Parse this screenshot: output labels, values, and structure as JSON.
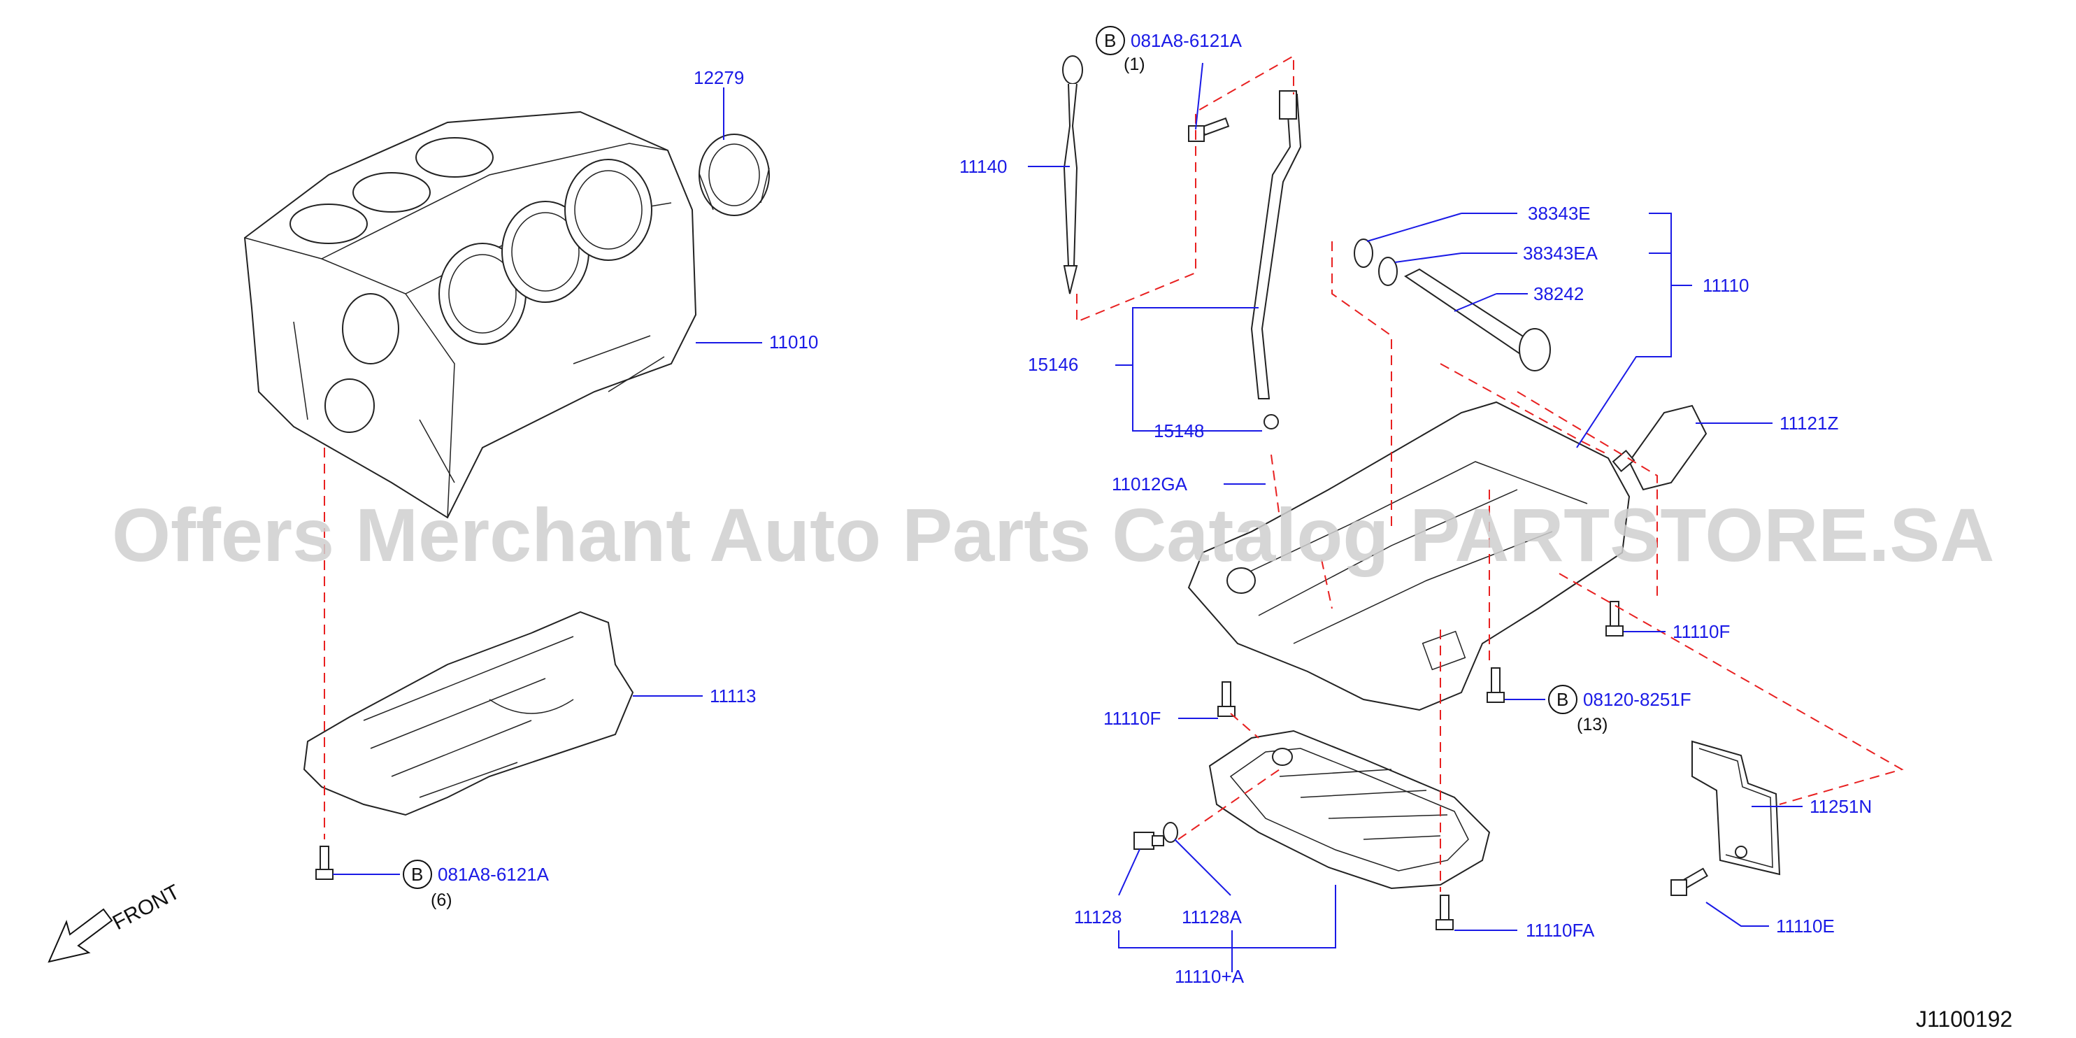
{
  "diagram": {
    "id": "J1100192",
    "watermark": "Offers Merchant Auto Parts Catalog PARTSTORE.SA",
    "front_label": "FRONT",
    "colors": {
      "label": "#1a1ae6",
      "dash": "#e82020",
      "line": "#222222"
    }
  },
  "parts": {
    "p12279": "12279",
    "p11010": "11010",
    "p11113": "11113",
    "pBolt1": "081A8-6121A",
    "pBolt1_qty": "(6)",
    "pBolt2": "081A8-6121A",
    "pBolt2_qty": "(1)",
    "p11140": "11140",
    "p15146": "15146",
    "p15148": "15148",
    "p11012GA": "11012GA",
    "p38343E": "38343E",
    "p38343EA": "38343EA",
    "p38242": "38242",
    "p11110": "11110",
    "p11121Z": "11121Z",
    "p11110F_right": "11110F",
    "pBolt3": "08120-8251F",
    "pBolt3_qty": "(13)",
    "p11110F_left": "11110F",
    "p11251N": "11251N",
    "p11128": "11128",
    "p11128A": "11128A",
    "p11110FA": "11110FA",
    "p11110E": "11110E",
    "p11110plusA": "11110+A",
    "ref_b": "B"
  }
}
